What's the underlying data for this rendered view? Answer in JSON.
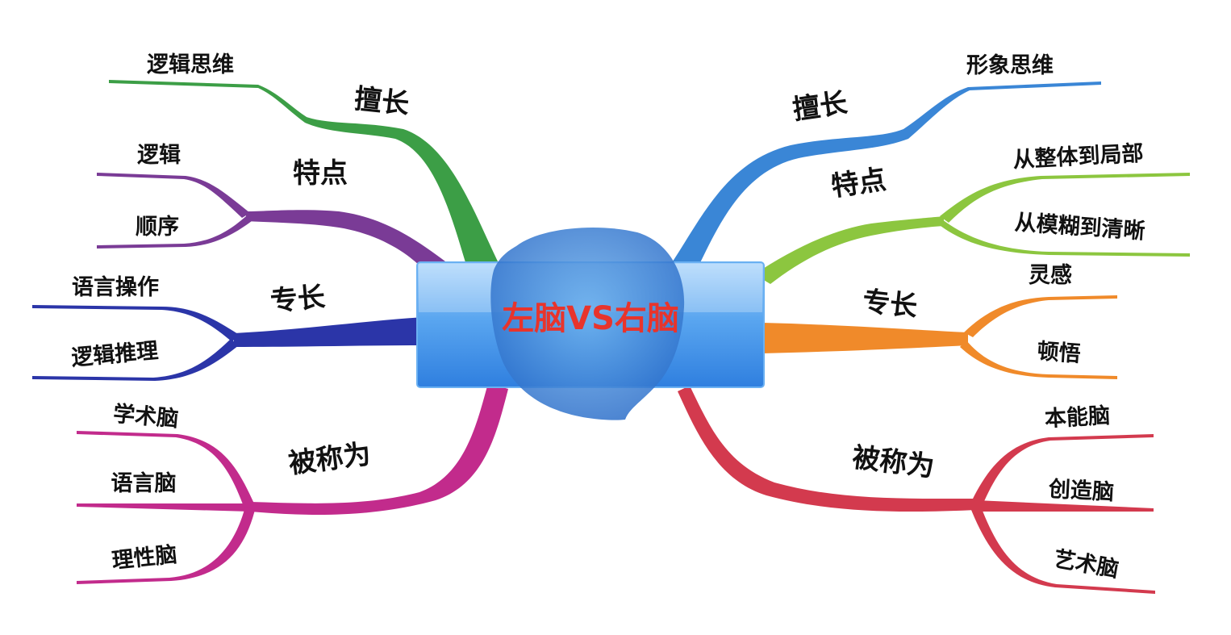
{
  "center": {
    "title": "左脑VS右脑",
    "title_color": "#e8342c",
    "box_color": "#3f8fe6"
  },
  "left": {
    "good_at": {
      "label": "擅长",
      "color": "#3c9e46",
      "leaves": [
        "逻辑思维"
      ]
    },
    "traits": {
      "label": "特点",
      "color": "#7a3b96",
      "leaves": [
        "逻辑",
        "顺序"
      ]
    },
    "special": {
      "label": "专长",
      "color": "#2b35a8",
      "leaves": [
        "语言操作",
        "逻辑推理"
      ]
    },
    "known_as": {
      "label": "被称为",
      "color": "#c22b8c",
      "leaves": [
        "学术脑",
        "语言脑",
        "理性脑"
      ]
    }
  },
  "right": {
    "good_at": {
      "label": "擅长",
      "color": "#3a86d6",
      "leaves": [
        "形象思维"
      ]
    },
    "traits": {
      "label": "特点",
      "color": "#8cc63f",
      "leaves": [
        "从整体到局部",
        "从模糊到清晰"
      ]
    },
    "special": {
      "label": "专长",
      "color": "#f08a2a",
      "leaves": [
        "灵感",
        "顿悟"
      ]
    },
    "known_as": {
      "label": "被称为",
      "color": "#d33a4e",
      "leaves": [
        "本能脑",
        "创造脑",
        "艺术脑"
      ]
    }
  }
}
